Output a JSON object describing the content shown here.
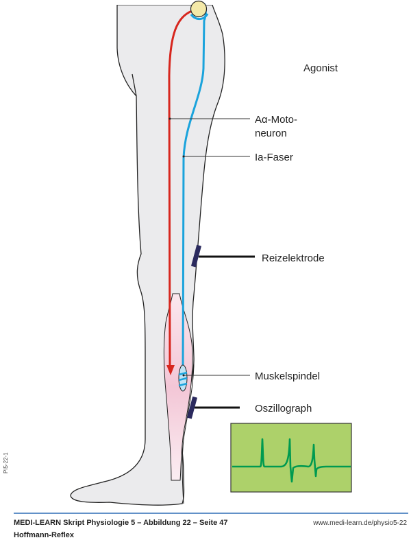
{
  "labels": {
    "agonist": "Agonist",
    "motoneuron_line1": "Aα-Moto-",
    "motoneuron_line2": "neuron",
    "ia_fiber": "Ia-Faser",
    "stim_electrode": "Reizelektrode",
    "muscle_spindle": "Muskelspindel",
    "oscillograph": "Oszillograph"
  },
  "side_code": "PI5-22-1",
  "footer": {
    "source": "MEDI-LEARN Skript Physiologie 5 – Abbildung 22 – Seite 47",
    "title": "Hoffmann-Reflex",
    "url": "www.medi-learn.de/physio5-22"
  },
  "colors": {
    "motoneuron": "#d7261e",
    "ia_fiber": "#1aa3dc",
    "oscilloscope_bg": "#add16a",
    "trace": "#009a50",
    "electrode": "#2b2a5e",
    "footer_rule": "#2f6db5"
  }
}
